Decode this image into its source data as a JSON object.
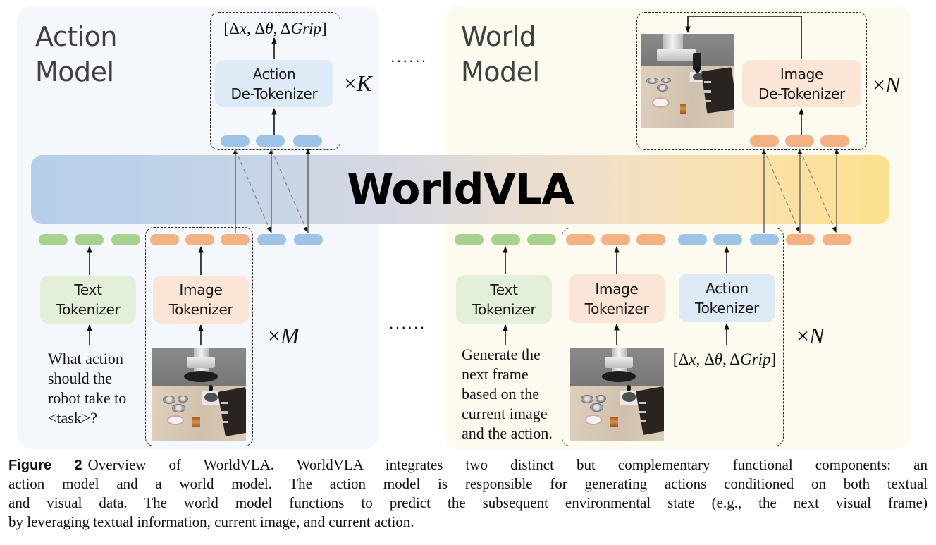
{
  "figure": {
    "action_model": {
      "title": [
        "Action",
        "Model"
      ],
      "detokenizer": {
        "label": [
          "Action",
          "De-Tokenizer"
        ]
      },
      "output_vector": [
        {
          "t": "[",
          "it": false
        },
        {
          "t": "Δ",
          "it": false
        },
        {
          "t": "x",
          "it": true
        },
        {
          "t": ", ",
          "it": false
        },
        {
          "t": "Δ",
          "it": false
        },
        {
          "t": "θ",
          "it": true
        },
        {
          "t": ", ",
          "it": false
        },
        {
          "t": "Δ",
          "it": false
        },
        {
          "t": "Grip",
          "it": true
        },
        {
          "t": "]",
          "it": false
        }
      ],
      "output_repeat": {
        "times": "×",
        "var": "K"
      },
      "output_tokens": [
        "action",
        "action",
        "action"
      ],
      "input_tokens": [
        "text",
        "text",
        "text",
        "image",
        "image",
        "image",
        "action",
        "action"
      ],
      "text_tokenizer": {
        "label": [
          "Text",
          "Tokenizer"
        ]
      },
      "image_tokenizer": {
        "label": [
          "Image",
          "Tokenizer"
        ]
      },
      "input_repeat": {
        "times": "×",
        "var": "M"
      },
      "prompt": [
        "What action",
        "should the",
        "robot take to",
        "<task>?"
      ]
    },
    "banner": {
      "title": "WorldVLA"
    },
    "ellipsis": "......",
    "world_model": {
      "title": [
        "World",
        "Model"
      ],
      "detokenizer": {
        "label": [
          "Image",
          "De-Tokenizer"
        ]
      },
      "output_repeat": {
        "times": "×",
        "var": "N"
      },
      "output_tokens": [
        "image",
        "image",
        "image"
      ],
      "input_tokens": [
        "text",
        "text",
        "text",
        "image",
        "image",
        "image",
        "action",
        "action",
        "action",
        "image",
        "image"
      ],
      "text_tokenizer": {
        "label": [
          "Text",
          "Tokenizer"
        ]
      },
      "image_tokenizer": {
        "label": [
          "Image",
          "Tokenizer"
        ]
      },
      "action_tokenizer": {
        "label": [
          "Action",
          "Tokenizer"
        ]
      },
      "action_input_vector": [
        {
          "t": "[",
          "it": false
        },
        {
          "t": "Δ",
          "it": false
        },
        {
          "t": "x",
          "it": true
        },
        {
          "t": ", ",
          "it": false
        },
        {
          "t": "Δ",
          "it": false
        },
        {
          "t": "θ",
          "it": true
        },
        {
          "t": ", ",
          "it": false
        },
        {
          "t": "Δ",
          "it": false
        },
        {
          "t": "Grip",
          "it": true
        },
        {
          "t": "]",
          "it": false
        }
      ],
      "input_repeat": {
        "times": "×",
        "var": "N"
      },
      "prompt": [
        "Generate the",
        "next frame",
        "based on the",
        "current image",
        "and the action."
      ]
    }
  },
  "caption": {
    "label": "Figure 2",
    "lines": [
      "Overview of WorldVLA. WorldVLA integrates two distinct but complementary functional components: an",
      "action model and a world model. The action model is responsible for generating actions conditioned on both textual",
      "and visual data. The world model functions to predict the subsequent environmental state (e.g., the next visual frame)",
      "by leveraging textual information, current image, and current action."
    ]
  },
  "colors": {
    "action_panel_bg": "#f4f7fb",
    "world_panel_bg": "#fdfaf0",
    "text_token": "#a9d18e",
    "image_token": "#f4b183",
    "action_token": "#9dc3e6",
    "text_tokenizer_box": "#e2f0d9",
    "image_tokenizer_box": "#fbe5d6",
    "action_tokenizer_box": "#deebf7",
    "banner_left": "#b6cfea",
    "banner_right": "#fde08c"
  }
}
